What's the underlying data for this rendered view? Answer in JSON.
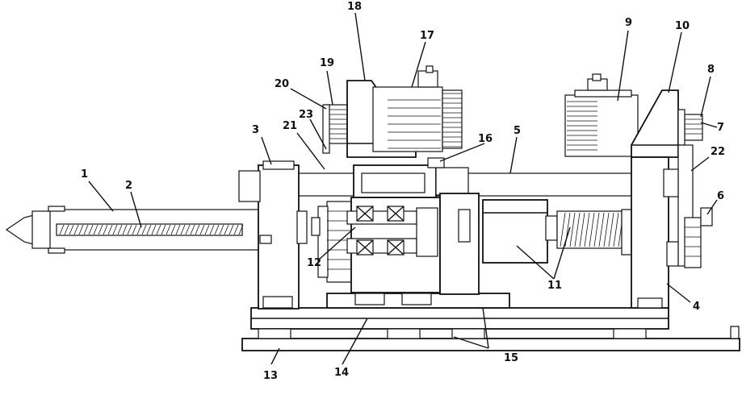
{
  "labels": [
    {
      "id": "1",
      "text": "1"
    },
    {
      "id": "2",
      "text": "2"
    },
    {
      "id": "3",
      "text": "3"
    },
    {
      "id": "4",
      "text": "4"
    },
    {
      "id": "5",
      "text": "5"
    },
    {
      "id": "6",
      "text": "6"
    },
    {
      "id": "7",
      "text": "7"
    },
    {
      "id": "8",
      "text": "8"
    },
    {
      "id": "9",
      "text": "9"
    },
    {
      "id": "10",
      "text": "10"
    },
    {
      "id": "11",
      "text": "11"
    },
    {
      "id": "12",
      "text": "12"
    },
    {
      "id": "13",
      "text": "13"
    },
    {
      "id": "14",
      "text": "14"
    },
    {
      "id": "15",
      "text": "15"
    },
    {
      "id": "16",
      "text": "16"
    },
    {
      "id": "17",
      "text": "17"
    },
    {
      "id": "18",
      "text": "18"
    },
    {
      "id": "19",
      "text": "19"
    },
    {
      "id": "20",
      "text": "20"
    },
    {
      "id": "21",
      "text": "21"
    },
    {
      "id": "22",
      "text": "22"
    },
    {
      "id": "23",
      "text": "23"
    }
  ],
  "colors": {
    "line": "#111111",
    "background": "#ffffff"
  }
}
